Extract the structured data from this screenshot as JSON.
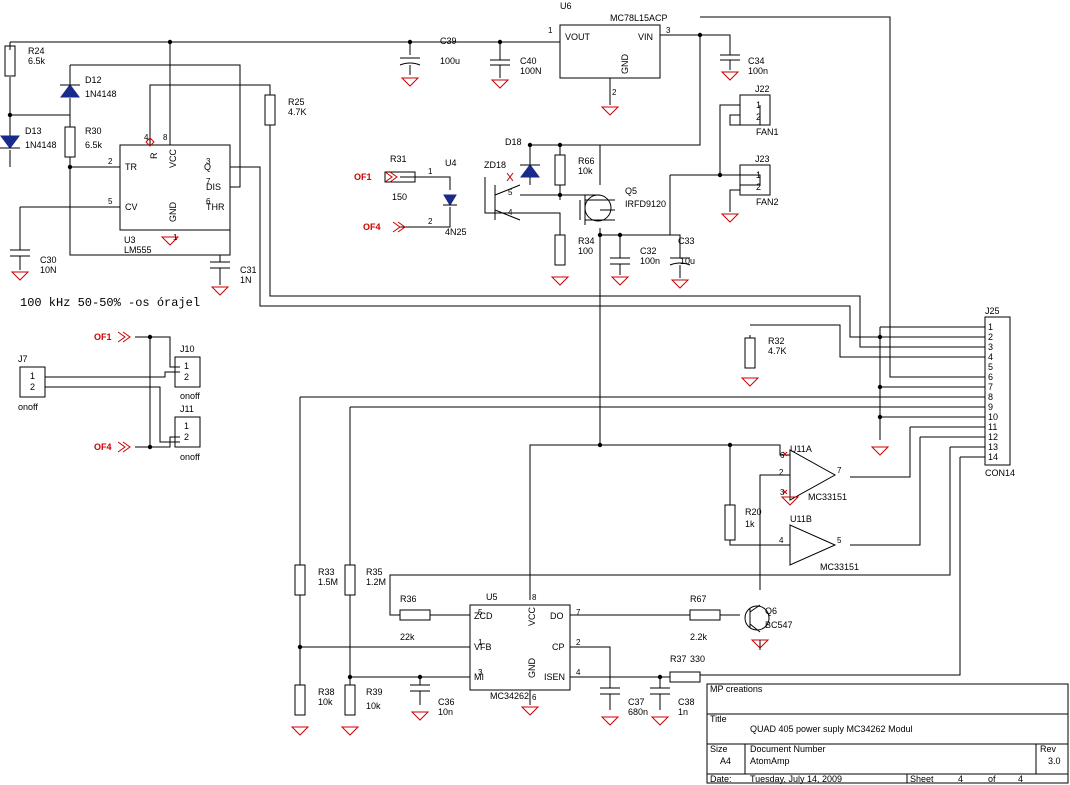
{
  "title_block": {
    "company": "MP creations",
    "title_label": "Title",
    "title": "QUAD 405 power suply MC34262 Modul",
    "size_label": "Size",
    "size": "A4",
    "docnum_label": "Document Number",
    "docnum": "AtomAmp",
    "rev_label": "Rev",
    "rev": "3.0",
    "date_label": "Date:",
    "date": "Tuesday, July 14, 2009",
    "sheet_label": "Sheet",
    "sheet": "4",
    "of_label": "of",
    "sheets": "4"
  },
  "note": "100 kHz 50-50% -os órajel",
  "ports": {
    "of1": "OF1",
    "of4": "OF4"
  },
  "parts": {
    "U6": {
      "ref": "U6",
      "value": "MC78L15ACP",
      "vout": "VOUT",
      "vin": "VIN",
      "gnd": "GND",
      "p1": "1",
      "p2": "2",
      "p3": "3"
    },
    "U3": {
      "ref": "U3",
      "value": "LM555",
      "tr": "TR",
      "cv": "CV",
      "r": "R",
      "vcc": "VCC",
      "q": "Q",
      "dis": "DIS",
      "thr": "THR",
      "gnd": "GND",
      "p1": "1",
      "p2": "2",
      "p3": "3",
      "p4": "4",
      "p5": "5",
      "p6": "6",
      "p7": "7",
      "p8": "8"
    },
    "U4": {
      "ref": "U4",
      "value": "4N25",
      "p1": "1",
      "p2": "2",
      "p4": "4",
      "p5": "5"
    },
    "U5": {
      "ref": "U5",
      "value": "MC34262",
      "zcd": "ZCD",
      "vcc": "VCC",
      "do": "DO",
      "vfb": "VFB",
      "cp": "CP",
      "mi": "MI",
      "gnd": "GND",
      "isen": "ISEN",
      "p1": "1",
      "p2": "2",
      "p3": "3",
      "p4": "4",
      "p5": "5",
      "p6": "6",
      "p7": "7",
      "p8": "8"
    },
    "U11A": {
      "ref": "U11A",
      "value": "MC33151",
      "p2": "2",
      "p3": "3",
      "p6": "6",
      "p7": "7"
    },
    "U11B": {
      "ref": "U11B",
      "value": "MC33151",
      "p4": "4",
      "p5": "5"
    },
    "Q5": {
      "ref": "Q5",
      "value": "IRFD9120"
    },
    "Q6": {
      "ref": "Q6",
      "value": "BC547"
    },
    "D12": {
      "ref": "D12",
      "value": "1N4148"
    },
    "D13": {
      "ref": "D13",
      "value": "1N4148"
    },
    "D18": {
      "ref": "D18"
    },
    "ZD18": {
      "ref": "ZD18"
    },
    "R24": {
      "ref": "R24",
      "value": "6.5k"
    },
    "R25": {
      "ref": "R25",
      "value": "4.7K"
    },
    "R30": {
      "ref": "R30",
      "value": "6.5k"
    },
    "R31": {
      "ref": "R31",
      "value": "150"
    },
    "R66": {
      "ref": "R66",
      "value": "10k"
    },
    "R34": {
      "ref": "R34",
      "value": "100"
    },
    "R32": {
      "ref": "R32",
      "value": "4.7K"
    },
    "R20": {
      "ref": "R20",
      "value": "1k"
    },
    "R33": {
      "ref": "R33",
      "value": "1.5M"
    },
    "R35": {
      "ref": "R35",
      "value": "1.2M"
    },
    "R36": {
      "ref": "R36",
      "value": "22k"
    },
    "R67": {
      "ref": "R67",
      "value": "2.2k"
    },
    "R37": {
      "ref": "R37",
      "value": "330"
    },
    "R38": {
      "ref": "R38",
      "value": "10k"
    },
    "R39": {
      "ref": "R39",
      "value": "10k"
    },
    "C39": {
      "ref": "C39",
      "value": "100u"
    },
    "C40": {
      "ref": "C40",
      "value": "100N"
    },
    "C34": {
      "ref": "C34",
      "value": "100n"
    },
    "C30": {
      "ref": "C30",
      "value": "10N"
    },
    "C31": {
      "ref": "C31",
      "value": "1N"
    },
    "C32": {
      "ref": "C32",
      "value": "100n"
    },
    "C33": {
      "ref": "C33",
      "value": "10u"
    },
    "C36": {
      "ref": "C36",
      "value": "10n"
    },
    "C37": {
      "ref": "C37",
      "value": "680n"
    },
    "C38": {
      "ref": "C38",
      "value": "1n"
    },
    "J22": {
      "ref": "J22",
      "value": "FAN1"
    },
    "J23": {
      "ref": "J23",
      "value": "FAN2"
    },
    "J7": {
      "ref": "J7",
      "value": "onoff"
    },
    "J10": {
      "ref": "J10",
      "value": "onoff"
    },
    "J11": {
      "ref": "J11",
      "value": "onoff"
    },
    "J25": {
      "ref": "J25",
      "value": "CON14",
      "pins": [
        "1",
        "2",
        "3",
        "4",
        "5",
        "6",
        "7",
        "8",
        "9",
        "10",
        "11",
        "12",
        "13",
        "14"
      ]
    }
  },
  "pin_labels": {
    "one": "1",
    "two": "2"
  }
}
